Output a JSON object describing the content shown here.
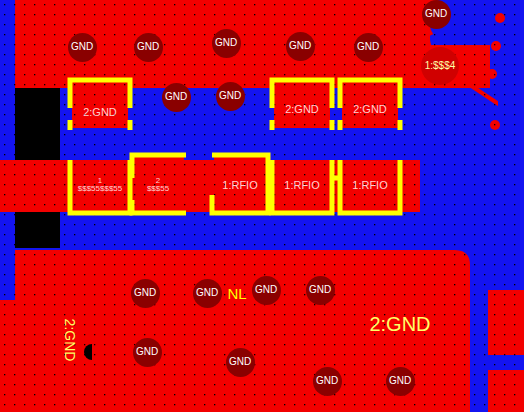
{
  "diagram": {
    "nodes": [
      {
        "text": [
          "GND"
        ]
      },
      {
        "text": [
          "GND"
        ]
      },
      {
        "text": [
          "GND"
        ]
      },
      {
        "text": [
          "GND"
        ]
      },
      {
        "text": [
          "GND"
        ]
      },
      {
        "text": [
          "GND"
        ]
      },
      {
        "text": [
          "1:$$$4"
        ]
      },
      {
        "text": [
          "GND"
        ]
      },
      {
        "text": [
          "GND"
        ]
      },
      {
        "text": [
          "2:GND"
        ]
      },
      {
        "text": [
          "2:GND"
        ]
      },
      {
        "text": [
          "2:GND"
        ]
      },
      {
        "text": [
          "1",
          "$$$55$$$55"
        ]
      },
      {
        "text": [
          "2",
          "$$$55"
        ]
      },
      {
        "text": [
          "1:RFIO"
        ]
      },
      {
        "text": [
          "1:RFIO"
        ]
      },
      {
        "text": [
          "1:RFIO"
        ]
      },
      {
        "text": [
          "GND"
        ]
      },
      {
        "text": [
          "GND"
        ]
      },
      {
        "text": [
          "GND"
        ]
      },
      {
        "text": [
          "GND"
        ]
      },
      {
        "text": [
          "GND"
        ]
      },
      {
        "text": [
          "GND"
        ]
      },
      {
        "text": [
          "GND"
        ]
      },
      {
        "text": [
          "GND"
        ]
      }
    ],
    "labels": [
      "NL",
      "2:GND",
      "2:GND"
    ]
  }
}
